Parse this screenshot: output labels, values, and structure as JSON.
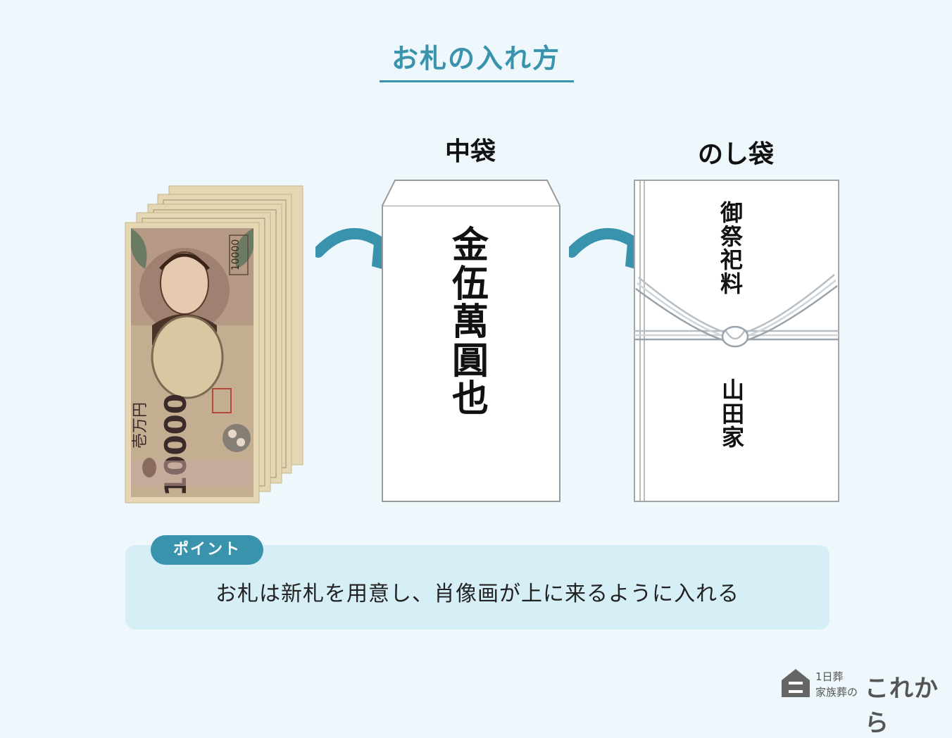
{
  "title": "お札の入れ方",
  "inner_envelope": {
    "label": "中袋",
    "text": [
      "金",
      "伍",
      "萬",
      "圓",
      "也"
    ]
  },
  "noshi_envelope": {
    "label": "のし袋",
    "upper_text": [
      "御",
      "祭",
      "祀",
      "料"
    ],
    "lower_text": [
      "山",
      "田",
      "家"
    ]
  },
  "banknote": {
    "number": "10000",
    "denomination": "壱万円"
  },
  "point": {
    "badge": "ポイント",
    "text": "お札は新札を用意し、肖像画が上に来るように入れる"
  },
  "logo": {
    "line1": "1日葬",
    "line2": "家族葬の",
    "brand": "これから"
  },
  "colors": {
    "accent": "#3a93ad",
    "background": "#eef7fb",
    "point_box": "#d6eff7",
    "banknote": "#e6d7b4"
  }
}
